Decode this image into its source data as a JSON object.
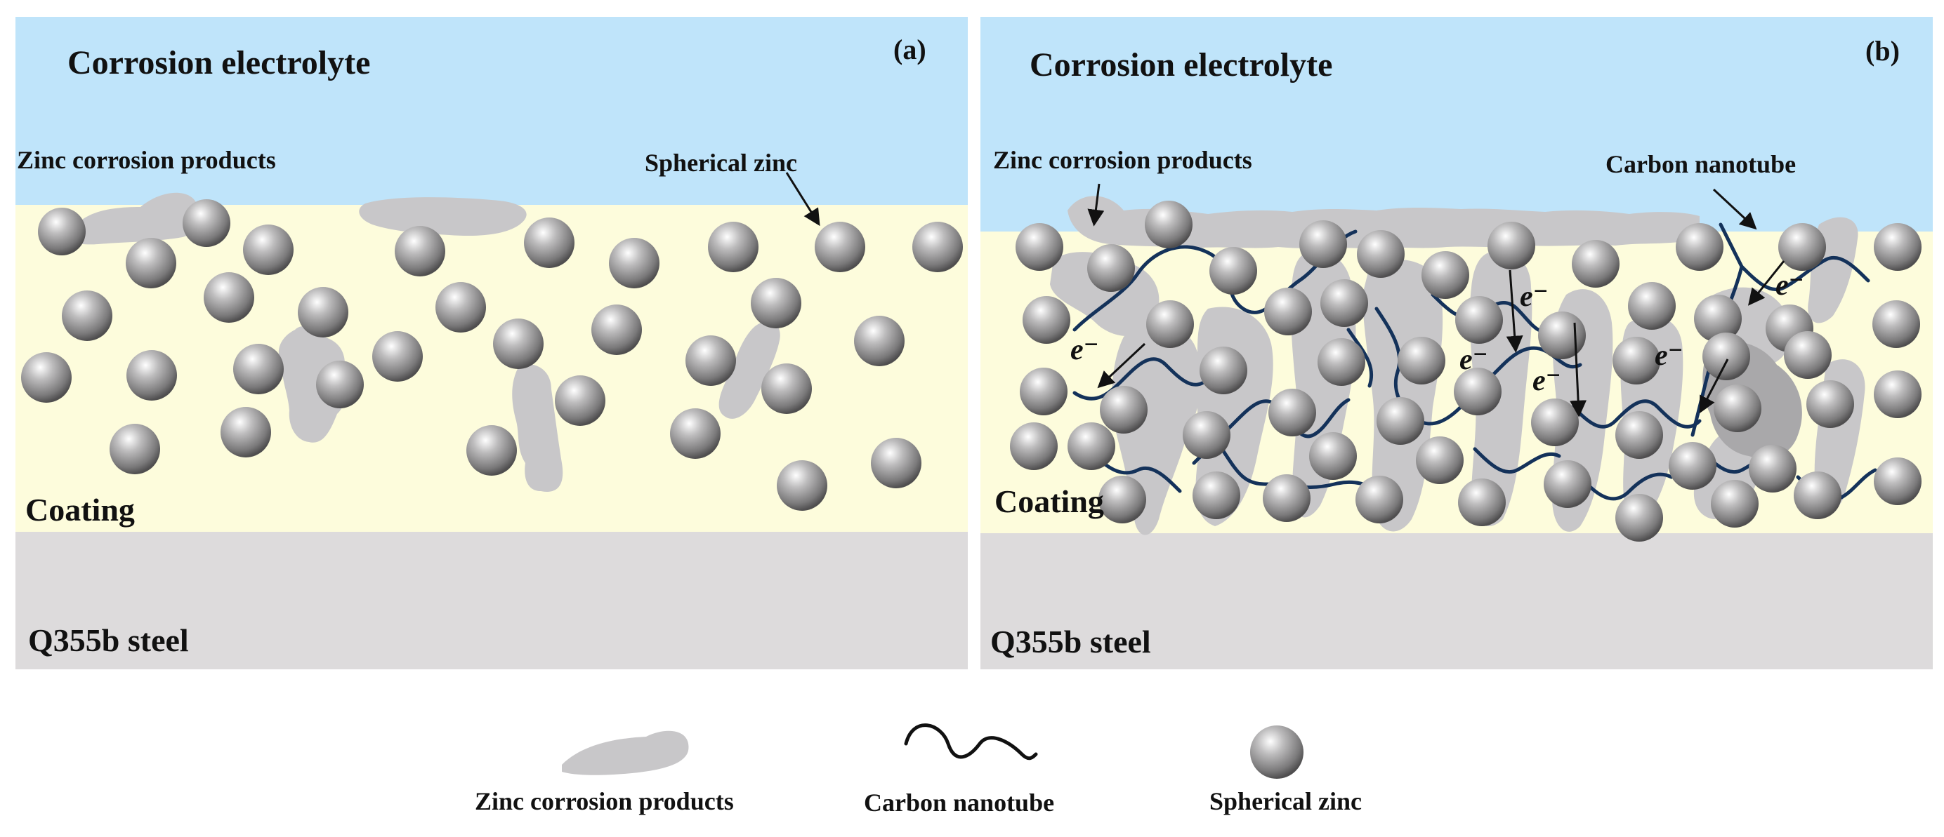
{
  "panel_a": {
    "tag": "(a)",
    "electrolyte": "Corrosion electrolyte",
    "products_label": "Zinc corrosion products",
    "zinc_label": "Spherical zinc",
    "coating": "Coating",
    "steel": "Q355b steel"
  },
  "panel_b": {
    "tag": "(b)",
    "electrolyte": "Corrosion electrolyte",
    "products_label": "Zinc corrosion products",
    "cnt_label": "Carbon nanotube",
    "coating": "Coating",
    "steel": "Q355b steel",
    "electron": "e⁻"
  },
  "legend": {
    "products": "Zinc corrosion products",
    "cnt": "Carbon nanotube",
    "zinc": "Spherical zinc"
  },
  "colors": {
    "electrolyte": "#bfe4fa",
    "coating": "#fdfcdc",
    "steel": "#dddbdc",
    "products": "#c8c7c9",
    "cnt": "#14325a",
    "zinc": "#8d8c8d"
  }
}
